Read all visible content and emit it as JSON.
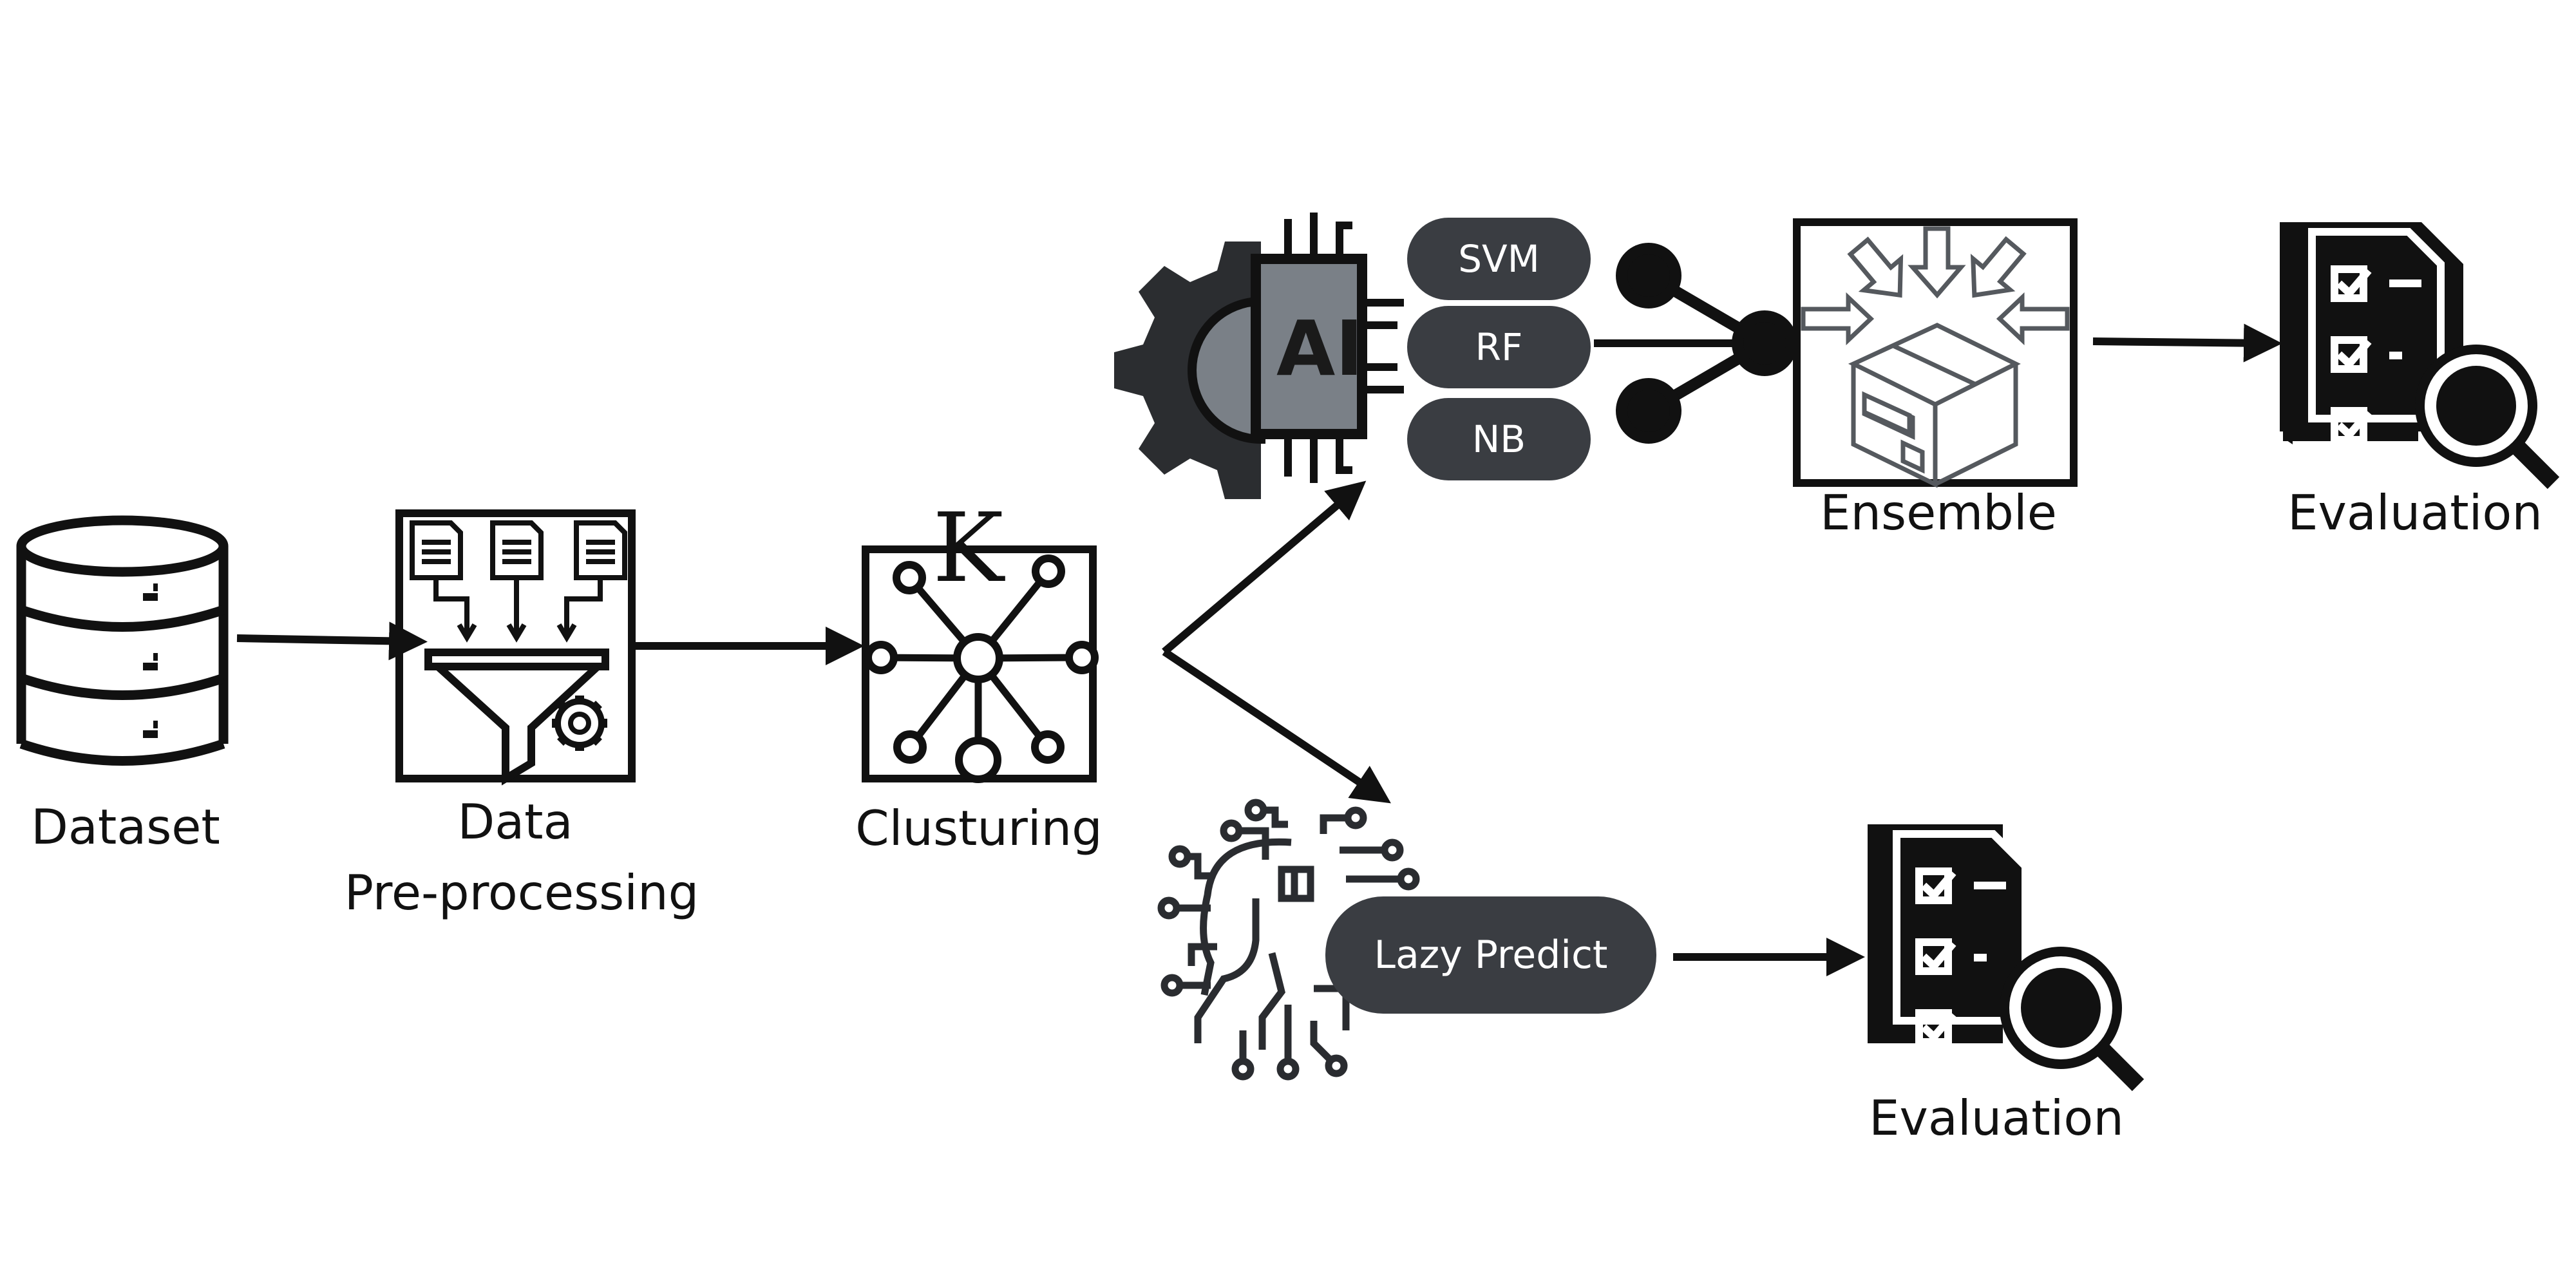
{
  "nodes": {
    "dataset": {
      "label": "Dataset"
    },
    "preprocessing": {
      "label_line1": "Data",
      "label_line2": "Pre-processing"
    },
    "clustering": {
      "label": "Clusturing",
      "icon_letter": "K"
    },
    "ai": {
      "icon_text": "AI"
    },
    "models": [
      {
        "label": "SVM"
      },
      {
        "label": "RF"
      },
      {
        "label": "NB"
      }
    ],
    "ensemble": {
      "label": "Ensemble"
    },
    "evaluation_top": {
      "label": "Evaluation"
    },
    "lazy_predict": {
      "label": "Lazy Predict"
    },
    "evaluation_bottom": {
      "label": "Evaluation"
    }
  },
  "colors": {
    "ink": "#111111",
    "pill": "#3a3d42",
    "gear": "#2b2d30",
    "chip_fill": "#7a8087",
    "circuit": "#4d5156"
  },
  "icons": {
    "dataset": "database-icon",
    "preprocessing": "funnel-gear-icon",
    "clustering": "k-means-cluster-icon",
    "ai": "ai-chip-gear-icon",
    "merge": "merge-network-icon",
    "ensemble": "box-arrows-icon",
    "evaluation": "checklist-magnifier-icon",
    "lazy_predict": "ai-head-circuit-icon"
  }
}
